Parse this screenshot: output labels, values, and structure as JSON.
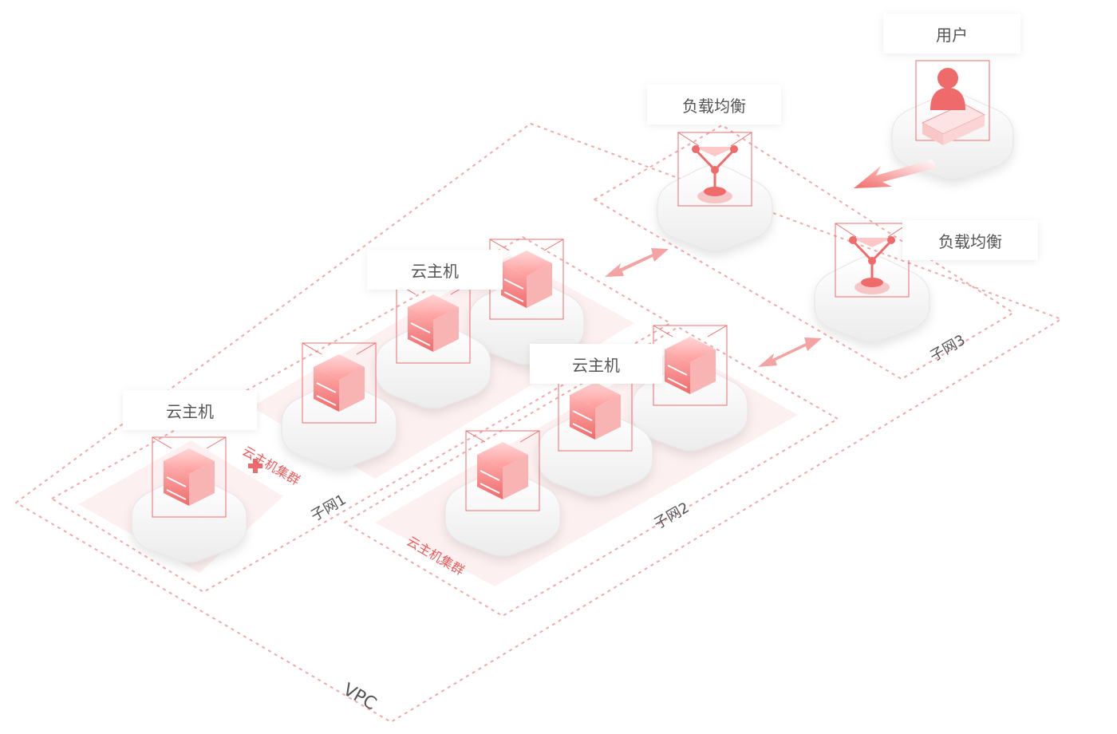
{
  "labels": {
    "user": "用户",
    "lb_top": "负载均衡",
    "lb_right": "负载均衡",
    "vm_a": "云主机",
    "vm_b": "云主机",
    "vm_c": "云主机"
  },
  "regions": {
    "vpc": "VPC",
    "subnet1": "子网1",
    "subnet2": "子网2",
    "subnet3": "子网3",
    "cluster1": "云主机集群",
    "cluster2": "云主机集群"
  },
  "colors": {
    "accent": "#ee5a5a",
    "dash": "#f3a8a8",
    "tile": "#f3f3f3"
  }
}
